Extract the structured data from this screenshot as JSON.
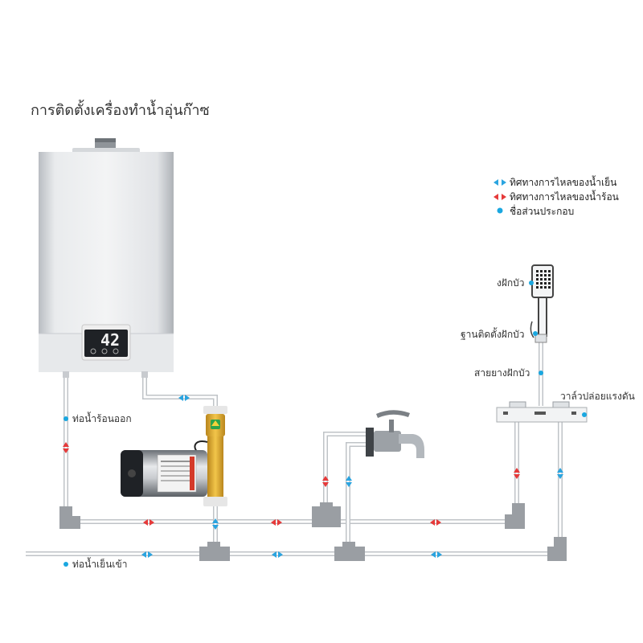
{
  "title": "การติดตั้งเครื่องทำน้ำอุ่นก๊าซ",
  "legend": [
    {
      "text": "ทิศทางการไหลของน้ำเย็น",
      "color": "#2aa4e0",
      "icon": "double-arrow-icon"
    },
    {
      "text": "ทิศทางการไหลของน้ำร้อน",
      "color": "#e63a3a",
      "icon": "double-arrow-icon"
    },
    {
      "text": "ชื่อส่วนประกอบ",
      "color": "#1aa7e0",
      "icon": "dot-icon"
    }
  ],
  "labels": {
    "shower_head": "งฝักบัว",
    "shower_mount": "ฐานติดตั้งฝักบัว",
    "shower_hose": "สายยางฝักบัว",
    "pressure_valve": "วาล์วปล่อยแรงดัน",
    "hot_out": "ท่อน้ำร้อนออก",
    "cold_in": "ท่อน้ำเย็นเข้า"
  },
  "heater_display": "42",
  "colors": {
    "cold": "#2aa4e0",
    "hot": "#e63a3a",
    "dot": "#1aa7e0",
    "pipe": "#bfc3c7",
    "fitting": "#9a9ea3"
  }
}
